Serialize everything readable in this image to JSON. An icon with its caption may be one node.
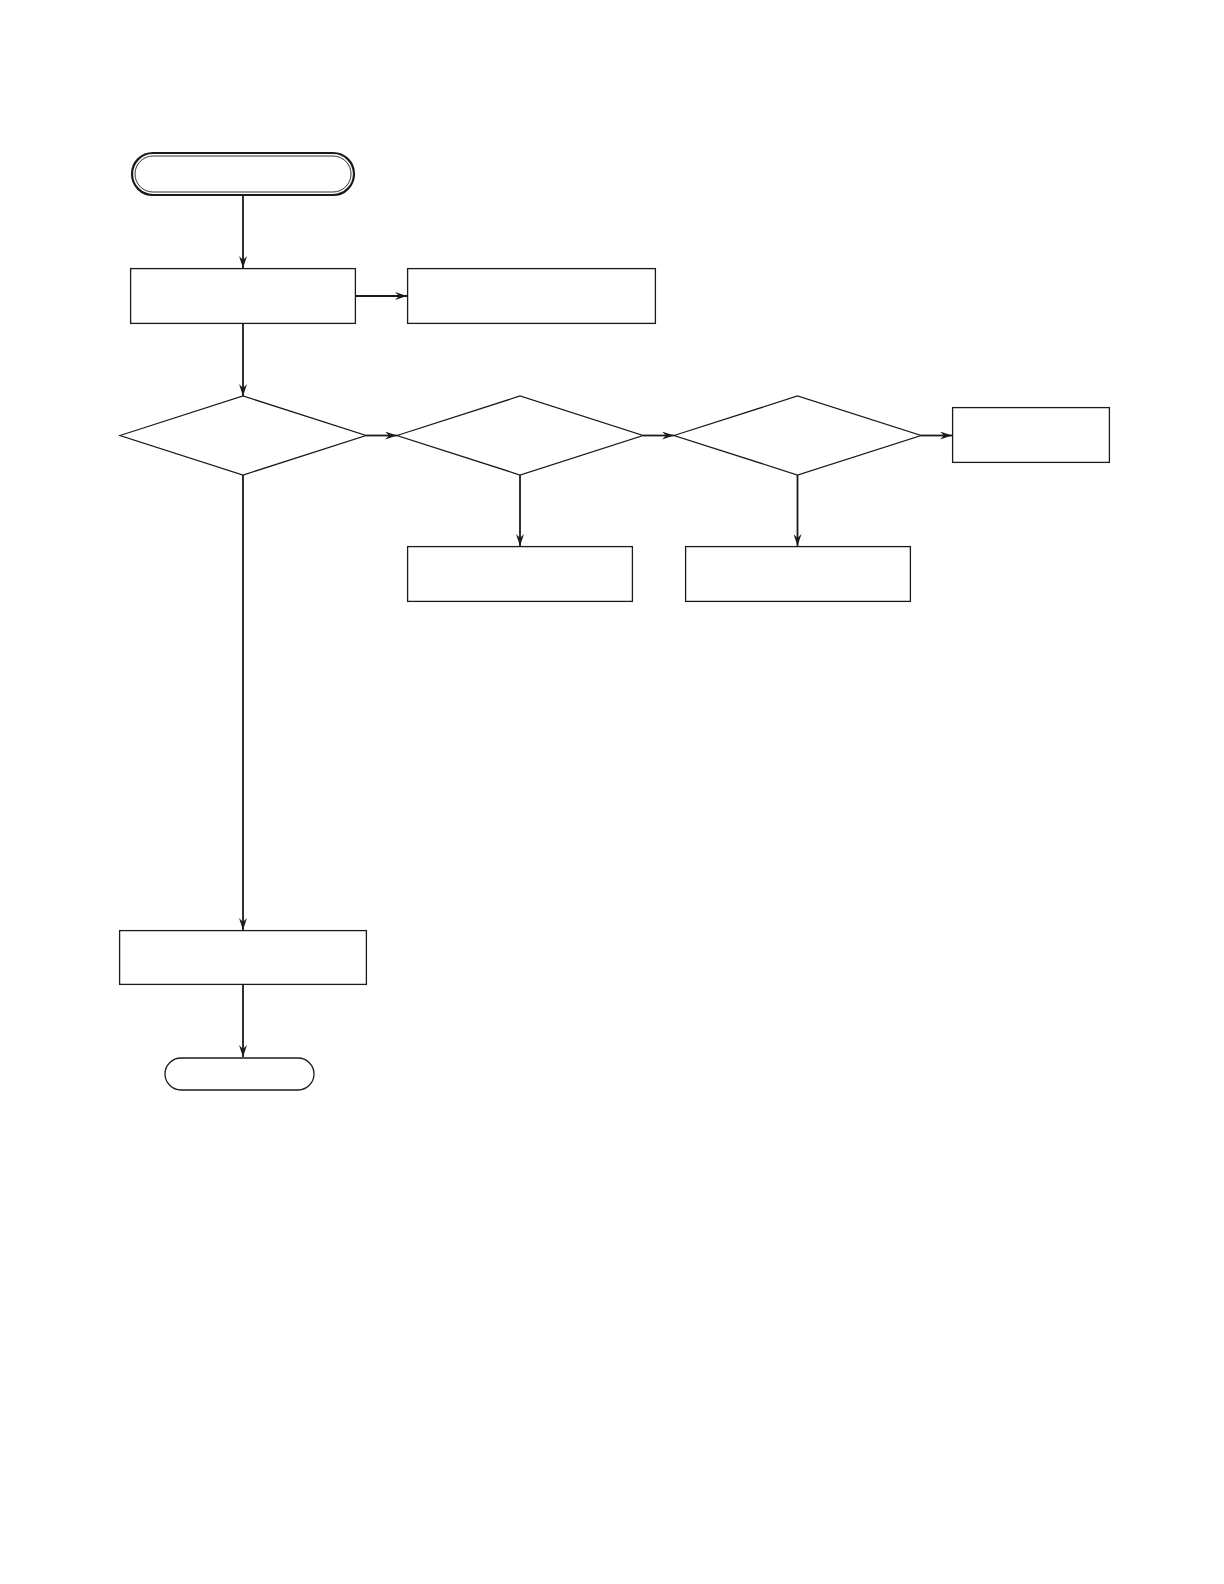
{
  "diagram": {
    "nodes": [
      {
        "text": [],
        "shape": "oval"
      },
      {
        "text": [],
        "shape": "box"
      },
      {
        "text": [],
        "shape": "box"
      },
      {
        "text": [],
        "shape": "diamond"
      },
      {
        "text": [],
        "shape": "diamond"
      },
      {
        "text": [],
        "shape": "diamond"
      },
      {
        "text": [],
        "shape": "box"
      },
      {
        "text": [],
        "shape": "box"
      },
      {
        "text": [],
        "shape": "box"
      },
      {
        "text": [],
        "shape": "box"
      },
      {
        "text": [],
        "shape": "oval"
      }
    ],
    "edges": [
      {
        "from": 0,
        "to": 1,
        "arrow": "to"
      },
      {
        "from": 1,
        "to": 2,
        "arrow": "to"
      },
      {
        "from": 1,
        "to": 3,
        "arrow": "to"
      },
      {
        "from": 3,
        "to": 4,
        "arrow": "to"
      },
      {
        "from": 4,
        "to": 5,
        "arrow": "to"
      },
      {
        "from": 5,
        "to": 6,
        "arrow": "to"
      },
      {
        "from": 4,
        "to": 7,
        "arrow": "to"
      },
      {
        "from": 5,
        "to": 8,
        "arrow": "to"
      },
      {
        "from": 3,
        "to": 9,
        "arrow": "to"
      },
      {
        "from": 9,
        "to": 10,
        "arrow": "to"
      }
    ]
  }
}
